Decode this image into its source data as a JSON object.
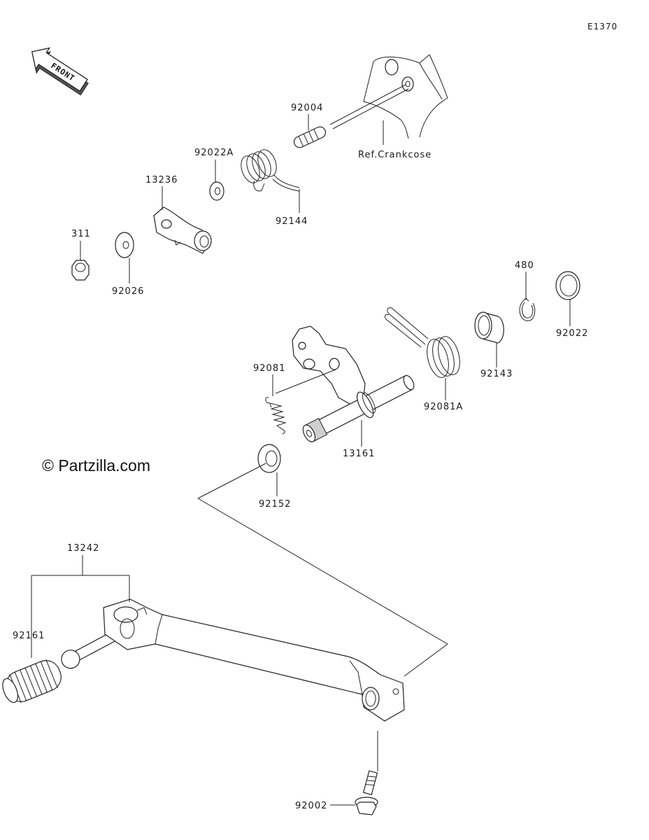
{
  "diagram_code": "E1370",
  "front_label": "FRONT",
  "ref_label": "Ref.Crankcose",
  "watermark": "© Partzilla.com",
  "callouts": [
    "92004",
    "92022A",
    "13236",
    "92144",
    "311",
    "92026",
    "480",
    "92022",
    "92081",
    "92143",
    "92081A",
    "13161",
    "92152",
    "13242",
    "92161",
    "92002"
  ]
}
